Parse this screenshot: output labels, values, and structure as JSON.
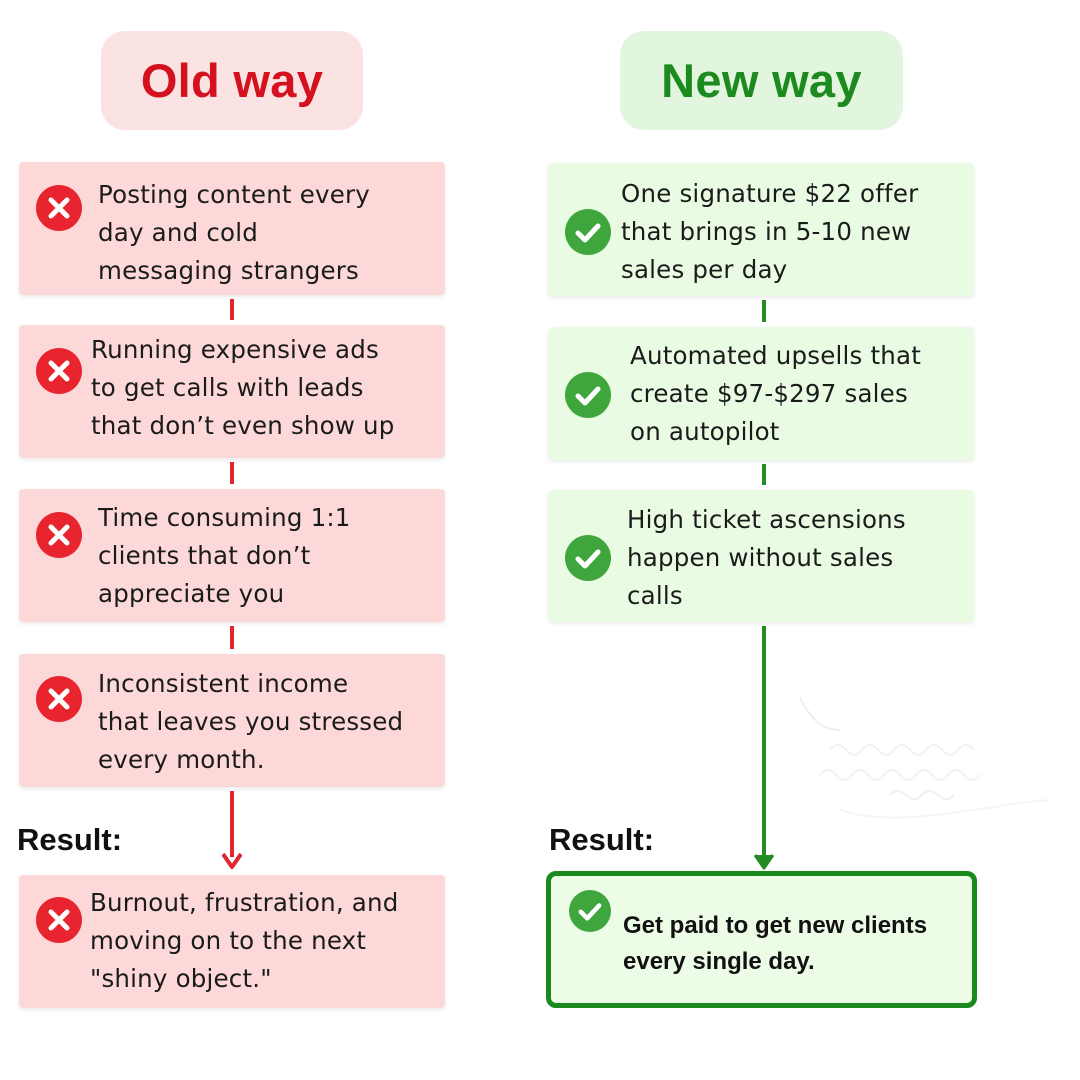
{
  "old_way": {
    "title": "Old way",
    "items": [
      {
        "text": "Posting content every\nday and cold\nmessaging strangers"
      },
      {
        "text": "Running expensive ads\nto get calls with leads\nthat don’t even show up"
      },
      {
        "text": "Time consuming 1:1\nclients that don’t\nappreciate you"
      },
      {
        "text": "Inconsistent income\nthat leaves you stressed\nevery month."
      }
    ],
    "result_label": "Result:",
    "result_text": "Burnout, frustration, and\nmoving on to the next\n\"shiny object.\""
  },
  "new_way": {
    "title": "New way",
    "items": [
      {
        "text": "One signature $22 offer\nthat brings in 5-10 new\nsales per day"
      },
      {
        "text": "Automated upsells that\ncreate $97-$297 sales\non autopilot"
      },
      {
        "text": "High ticket ascensions\nhappen without sales\ncalls"
      }
    ],
    "result_label": "Result:",
    "result_text": "Get paid to get new clients\nevery single day."
  },
  "icons": {
    "bad": "x-circle-icon",
    "good": "check-circle-icon"
  },
  "colors": {
    "red": "#d4111e",
    "green": "#1d8a1f"
  }
}
